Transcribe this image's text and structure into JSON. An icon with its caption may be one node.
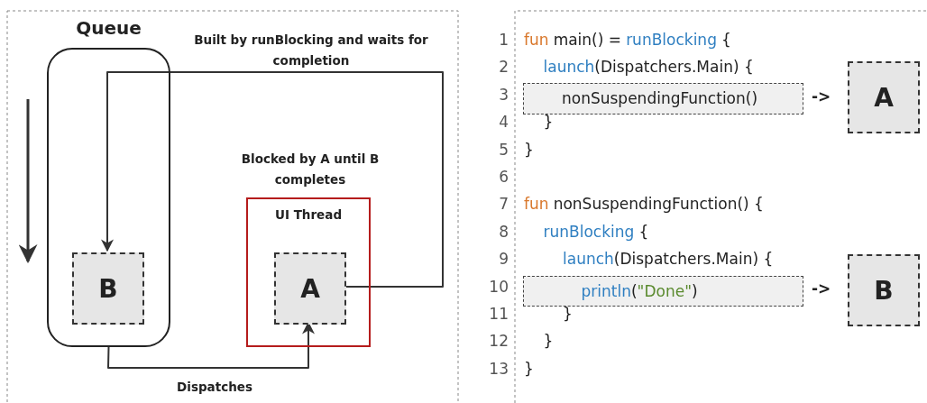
{
  "diagram": {
    "nodes": [
      {
        "text": [
          "Queue"
        ]
      },
      {
        "text": [
          "B"
        ],
        "in": 0
      },
      {
        "text": [
          "UI Thread"
        ],
        "beside": [
          "Blocked by A until B completes"
        ]
      },
      {
        "text": [
          "A"
        ],
        "in": 2
      },
      {
        "text": [
          "nonSuspendingFunction()"
        ]
      },
      {
        "text": [
          "A"
        ]
      },
      {
        "text": [
          "println(\"Done\")"
        ]
      },
      {
        "text": [
          "B"
        ]
      }
    ],
    "edges": [
      {
        "from": 3,
        "to": 1,
        "arrow": "to",
        "label": "Built by runBlocking and waits for completion"
      },
      {
        "from": 0,
        "to": 3,
        "arrow": "to",
        "label": "Dispatches"
      }
    ],
    "labels": [
      "1",
      "fun",
      "main() =",
      "runBlocking",
      "{",
      "2",
      "launch",
      "(Dispatchers.Main) {",
      "3",
      "->",
      "4",
      "}",
      "5",
      "}",
      "6",
      "7",
      "fun",
      "nonSuspendingFunction() {",
      "8",
      "runBlocking",
      "{",
      "9",
      "launch",
      "(Dispatchers.Main) {",
      "10",
      "->",
      "11",
      "}",
      "12",
      "}",
      "13",
      "}"
    ]
  }
}
